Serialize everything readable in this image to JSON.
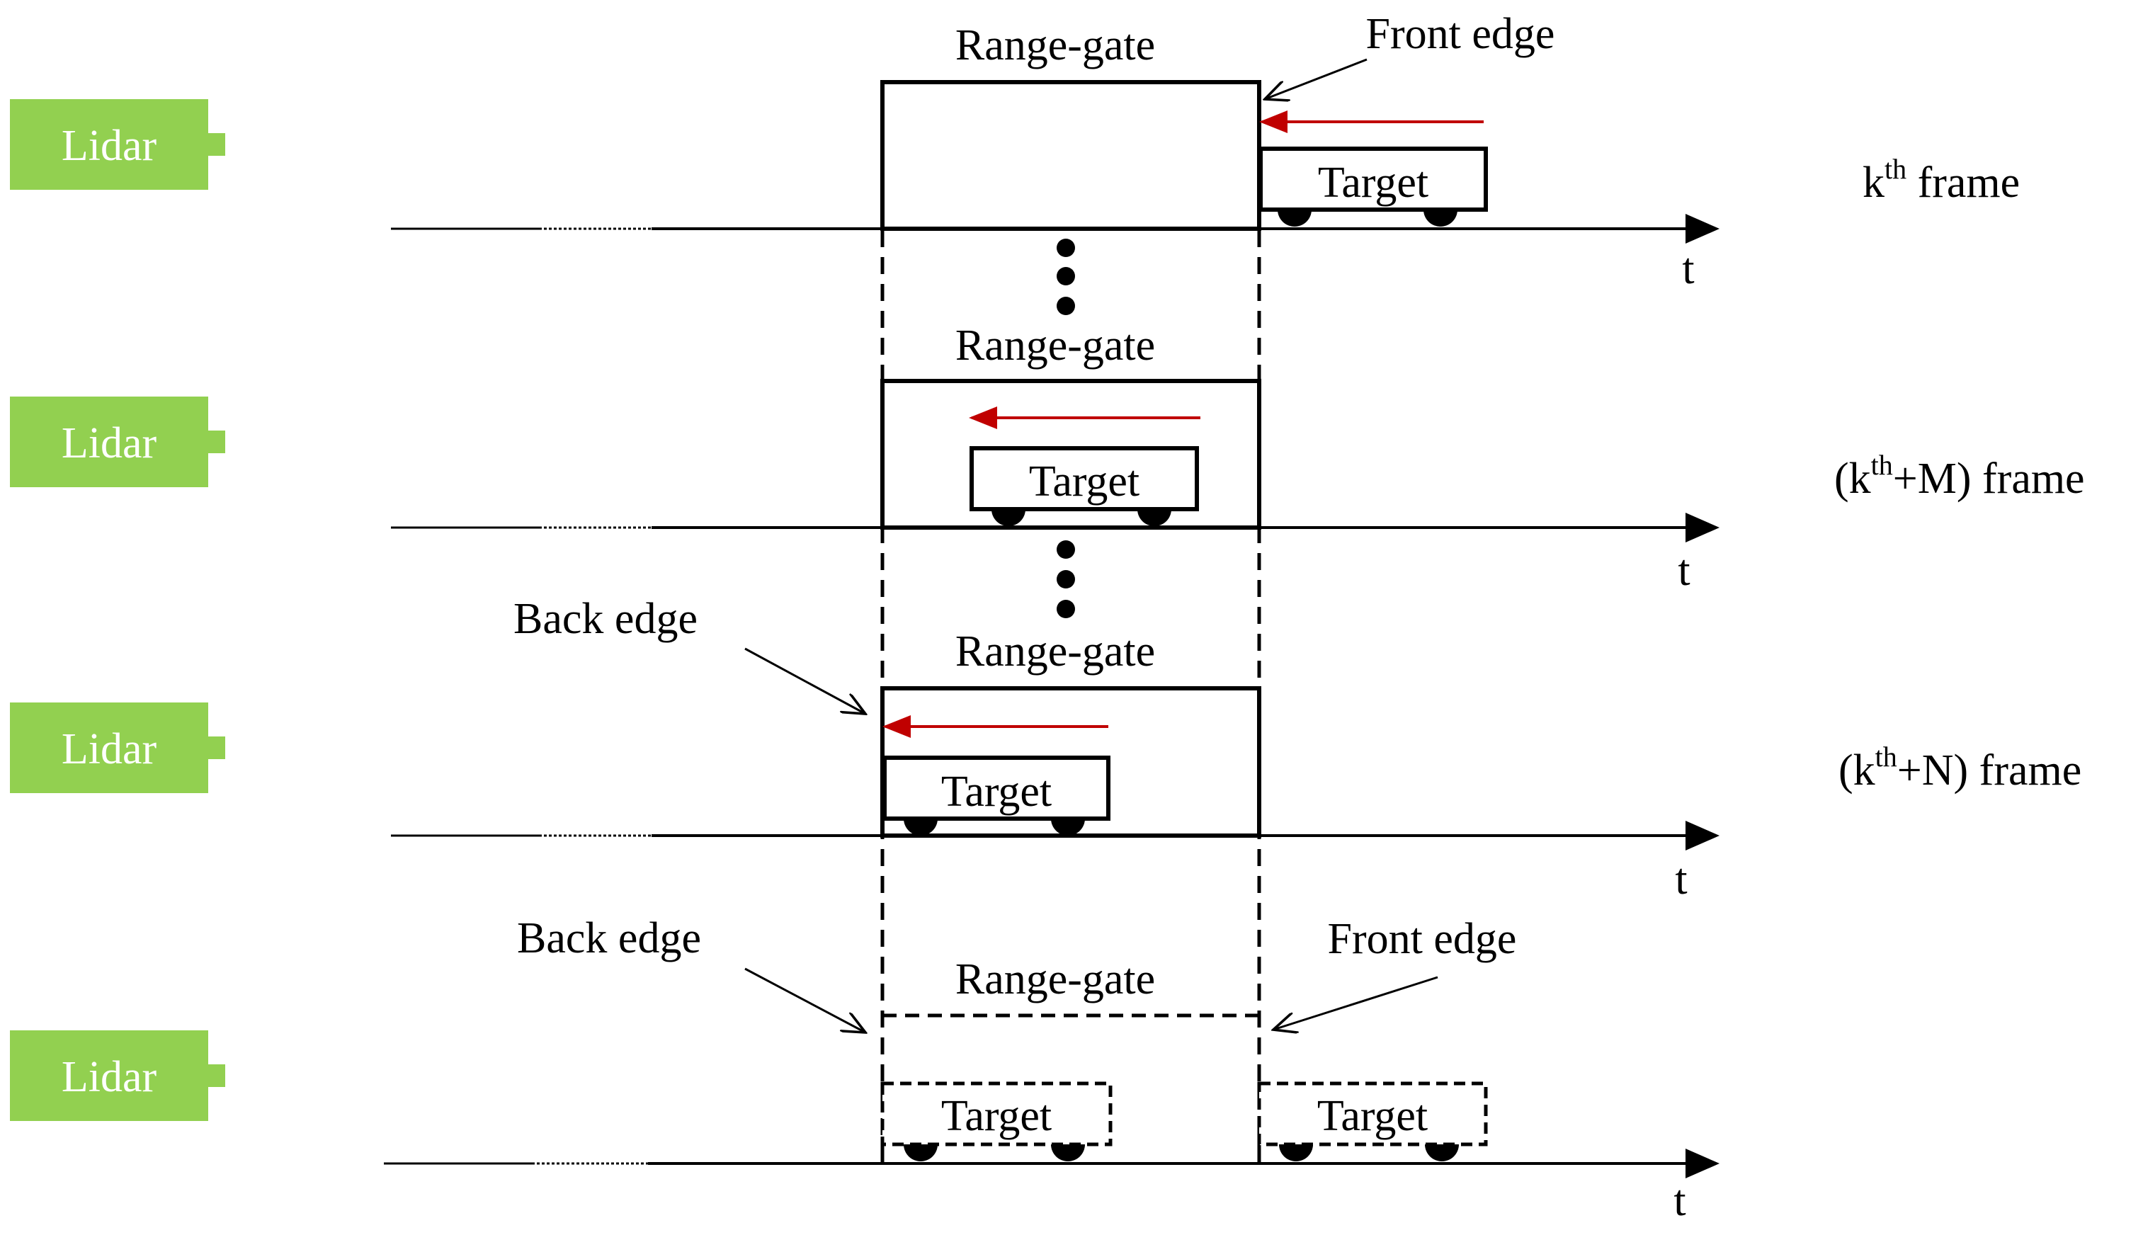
{
  "colors": {
    "lidar_fill": "#92D050",
    "arrow_red": "#C00000",
    "line": "#000000"
  },
  "lidar_label": "Lidar",
  "axis_label": "t",
  "range_gate_label": "Range-gate",
  "target_label": "Target",
  "front_edge_label": "Front edge",
  "back_edge_label": "Back edge",
  "rows": [
    {
      "frame_base": "k",
      "frame_sup": "th",
      "frame_rest": " frame",
      "frame_prefix": ""
    },
    {
      "frame_base": "k",
      "frame_sup": "th",
      "frame_rest": "+M) frame",
      "frame_prefix": "("
    },
    {
      "frame_base": "k",
      "frame_sup": "th",
      "frame_rest": "+N) frame",
      "frame_prefix": "("
    },
    {
      "frame_base": "",
      "frame_sup": "",
      "frame_rest": "",
      "frame_prefix": ""
    }
  ]
}
